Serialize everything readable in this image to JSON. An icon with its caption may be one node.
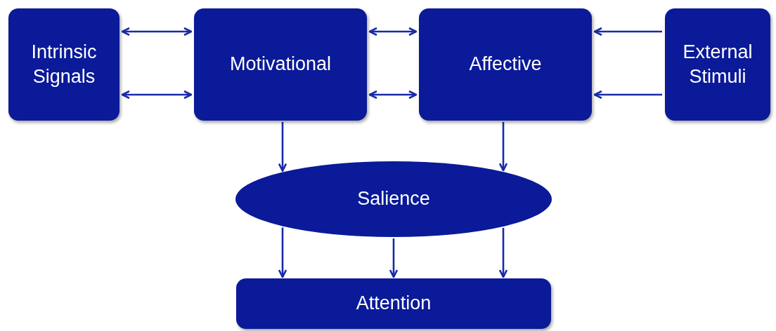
{
  "diagram": {
    "nodes": [
      {
        "text": [
          "Intrinsic Signals"
        ]
      },
      {
        "text": [
          "Motivational"
        ]
      },
      {
        "text": [
          "Affective"
        ]
      },
      {
        "text": [
          "External Stimuli"
        ]
      },
      {
        "text": [
          "Salience"
        ]
      },
      {
        "text": [
          "Attention"
        ]
      }
    ],
    "edges": [
      {
        "from": 0,
        "to": 1,
        "arrow": "both"
      },
      {
        "from": 0,
        "to": 1,
        "arrow": "both"
      },
      {
        "from": 1,
        "to": 2,
        "arrow": "both"
      },
      {
        "from": 1,
        "to": 2,
        "arrow": "both"
      },
      {
        "from": 3,
        "to": 2,
        "arrow": "to"
      },
      {
        "from": 3,
        "to": 2,
        "arrow": "to"
      },
      {
        "from": 1,
        "to": 4,
        "arrow": "to"
      },
      {
        "from": 2,
        "to": 4,
        "arrow": "to"
      },
      {
        "from": 4,
        "to": 5,
        "arrow": "to"
      },
      {
        "from": 4,
        "to": 5,
        "arrow": "to"
      },
      {
        "from": 4,
        "to": 5,
        "arrow": "to"
      }
    ]
  }
}
